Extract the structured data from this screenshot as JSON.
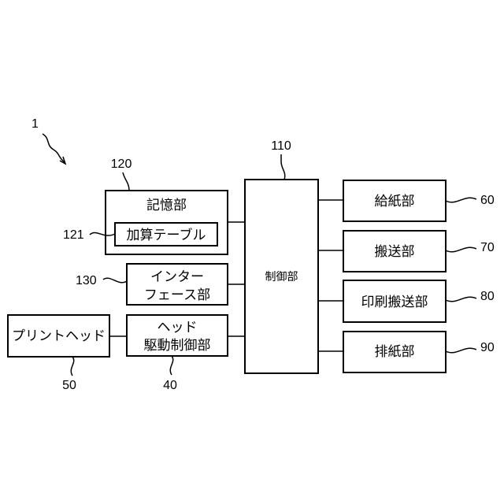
{
  "figure": {
    "ref_main": "1",
    "control": {
      "ref": "110",
      "label": "制御部"
    },
    "storage": {
      "ref": "120",
      "label": "記憶部"
    },
    "addition_table": {
      "ref": "121",
      "label": "加算テーブル"
    },
    "interface": {
      "ref": "130",
      "label_line1": "インター",
      "label_line2": "フェース部"
    },
    "head_driver": {
      "ref": "40",
      "label_line1": "ヘッド",
      "label_line2": "駆動制御部"
    },
    "print_head": {
      "ref": "50",
      "label": "プリントヘッド"
    },
    "paper_feed": {
      "ref": "60",
      "label": "給紙部"
    },
    "transport": {
      "ref": "70",
      "label": "搬送部"
    },
    "print_transport": {
      "ref": "80",
      "label": "印刷搬送部"
    },
    "paper_eject": {
      "ref": "90",
      "label": "排紙部"
    }
  }
}
